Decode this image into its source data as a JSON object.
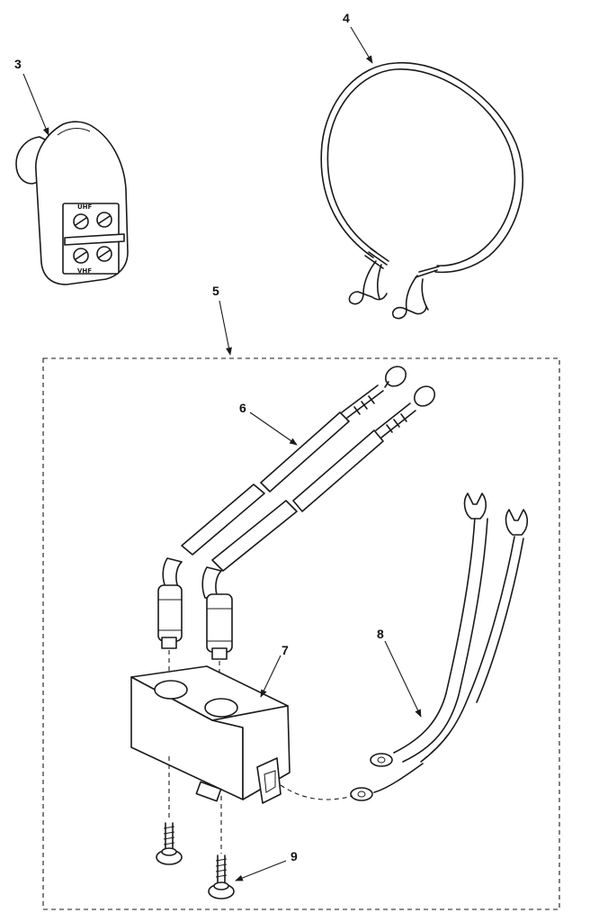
{
  "callouts": {
    "c3": "3",
    "c4": "4",
    "c5": "5",
    "c6": "6",
    "c7": "7",
    "c8": "8",
    "c9": "9"
  },
  "switch_labels": {
    "top": "UHF",
    "bottom": "VHF"
  },
  "colors": {
    "ink": "#1a1a1a",
    "paper": "#ffffff"
  }
}
